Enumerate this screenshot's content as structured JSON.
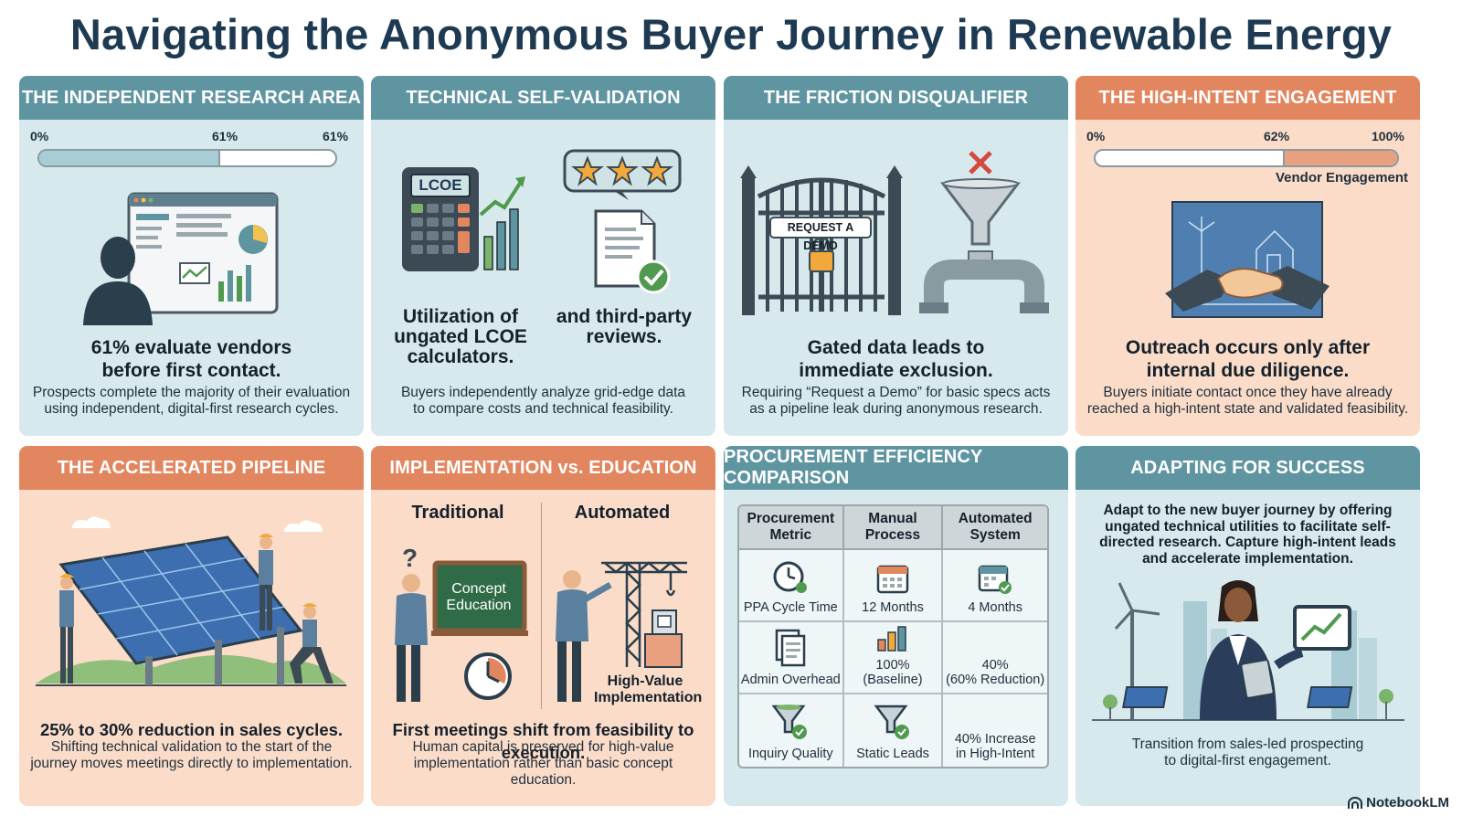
{
  "title": "Navigating the Anonymous Buyer Journey in Renewable Energy",
  "cards": {
    "research": {
      "header": "THE INDEPENDENT RESEARCH AREA",
      "bar": {
        "start_label": "0%",
        "mid_label": "61%",
        "end_label": "61%",
        "fill_fraction": 0.61
      },
      "headline": "61% evaluate vendors\nbefore first contact.",
      "body": "Prospects complete the majority of their evaluation\nusing independent, digital-first research cycles."
    },
    "validation": {
      "header": "TECHNICAL SELF-VALIDATION",
      "calculator_label": "LCOE",
      "left_headline": "Utilization of\nungated LCOE\ncalculators.",
      "right_headline": "and third-party\nreviews.",
      "body": "Buyers independently analyze grid-edge data\nto compare costs and technical feasibility."
    },
    "friction": {
      "header": "THE FRICTION DISQUALIFIER",
      "gate_sign": "REQUEST A DEMO",
      "headline": "Gated data leads to\nimmediate exclusion.",
      "body": "Requiring “Request a Demo” for basic specs acts\nas a pipeline leak during anonymous research."
    },
    "engagement": {
      "header": "THE HIGH-INTENT ENGAGEMENT",
      "bar": {
        "start_label": "0%",
        "mid_label": "62%",
        "end_label": "100%",
        "engagement_start_fraction": 0.62,
        "segment_label": "Vendor Engagement"
      },
      "headline": "Outreach occurs only after\ninternal due diligence.",
      "body": "Buyers initiate contact once they have already\nreached a high-intent state and validated feasibility."
    },
    "pipeline": {
      "header": "THE ACCELERATED PIPELINE",
      "headline": "25% to 30% reduction in sales cycles.",
      "body": "Shifting technical validation to the start of the\njourney moves meetings directly to implementation."
    },
    "implementation": {
      "header": "IMPLEMENTATION vs. EDUCATION",
      "left_title": "Traditional",
      "right_title": "Automated",
      "board_text": "Concept\nEducation",
      "right_label": "High-Value\nImplementation",
      "headline": "First meetings shift from feasibility to execution.",
      "body": "Human capital is preserved for high-value\nimplementation rather than basic concept education."
    },
    "procurement": {
      "header": "PROCUREMENT EFFICIENCY COMPARISON",
      "columns": [
        "Procurement\nMetric",
        "Manual\nProcess",
        "Automated\nSystem"
      ],
      "rows": [
        {
          "metric": "PPA Cycle Time",
          "manual": "12 Months",
          "automated": "4 Months"
        },
        {
          "metric": "Admin Overhead",
          "manual": "100%\n(Baseline)",
          "automated": "40%\n(60% Reduction)"
        },
        {
          "metric": "Inquiry Quality",
          "manual": "Static Leads",
          "automated": "40% Increase\nin High-Intent"
        }
      ]
    },
    "success": {
      "header": "ADAPTING FOR SUCCESS",
      "headline": "Adapt to the new buyer journey by offering\nungated technical utilities to facilitate self-\ndirected research. Capture high-intent leads\nand accelerate implementation.",
      "body": "Transition from sales-led prospecting\nto digital-first engagement."
    }
  },
  "brand": "NotebookLM",
  "colors": {
    "blue_header": "#5f95a1",
    "peach_header": "#e2865f",
    "blue_card": "#d7e9ec",
    "peach_card": "#fbdcc8",
    "title": "#1e3a52"
  }
}
